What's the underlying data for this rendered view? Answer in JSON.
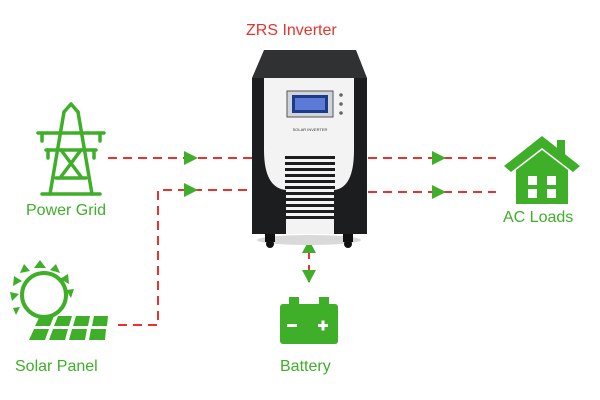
{
  "title": "ZRS Inverter",
  "nodes": {
    "grid": {
      "label": "Power Grid",
      "icon": "power-tower-icon"
    },
    "solar": {
      "label": "Solar Panel",
      "icon": "solar-panel-icon"
    },
    "inverter": {
      "icon": "inverter-icon",
      "panel_text": "SOLAR INVERTER"
    },
    "loads": {
      "label": "AC Loads",
      "icon": "house-icon"
    },
    "battery": {
      "label": "Battery",
      "icon": "battery-icon"
    }
  },
  "colors": {
    "title": "#e8332b",
    "line": "#e8332b",
    "arrow": "#3fae29",
    "icon": "#3fae29",
    "label": "#3fae29"
  }
}
